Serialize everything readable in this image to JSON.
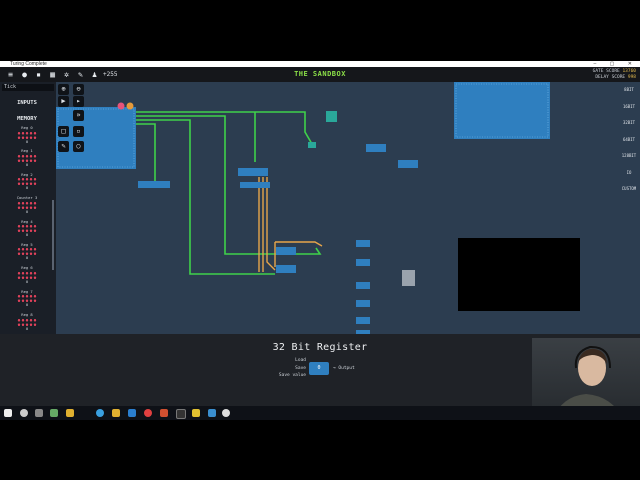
{
  "window": {
    "title": "Turing Complete",
    "controls": "– ▢ ✕"
  },
  "toolbar": {
    "icons": [
      "menu-icon",
      "chat-icon",
      "save-icon",
      "schematic-icon",
      "gear-icon",
      "wrench-icon",
      "user-icon"
    ],
    "count": "+255",
    "title": "THE SANDBOX",
    "gate_score_label": "GATE SCORE",
    "gate_score": "13760",
    "delay_score_label": "DELAY SCORE",
    "delay_score": "998"
  },
  "leftpanel": {
    "dropdown": "Tick",
    "inputs_label": "INPUTS",
    "memory_label": "MEMORY",
    "memory": [
      {
        "name": "Reg 0",
        "value": "0"
      },
      {
        "name": "Reg 1",
        "value": "0"
      },
      {
        "name": "Reg 2",
        "value": "0"
      },
      {
        "name": "Counter 3",
        "value": "0"
      },
      {
        "name": "Reg 4",
        "value": "0"
      },
      {
        "name": "Reg 5",
        "value": "0"
      },
      {
        "name": "Reg 6",
        "value": "0"
      },
      {
        "name": "Reg 7",
        "value": "0"
      },
      {
        "name": "Reg 8",
        "value": "0"
      }
    ]
  },
  "sidebar_right": [
    "8BIT",
    "16BIT",
    "32BIT",
    "64BIT",
    "128BIT",
    "IO",
    "CUSTOM"
  ],
  "bottom_panel": {
    "component_title": "32 Bit Register",
    "pins": [
      "Load",
      "Save",
      "Save value"
    ],
    "output_label": "Output",
    "register_value": "0"
  },
  "colors": {
    "wire_green": "#3fd14a",
    "wire_orange": "#e6a54a",
    "component": "#2f7fbf",
    "canvas": "#2c3d50"
  }
}
